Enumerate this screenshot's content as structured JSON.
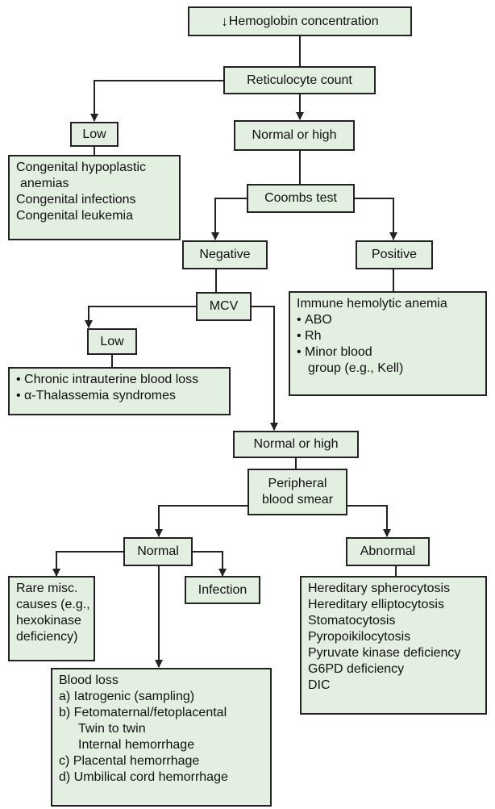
{
  "diagram": {
    "root": {
      "arrow": "↓",
      "label": "Hemoglobin concentration"
    },
    "reticulocyte": "Reticulocyte count",
    "retic_low": "Low",
    "retic_low_causes": [
      "Congenital hypoplastic",
      "anemias",
      "Congenital infections",
      "Congenital leukemia"
    ],
    "retic_normal_high": "Normal or high",
    "coombs": "Coombs test",
    "negative": "Negative",
    "positive": "Positive",
    "immune": {
      "title": "Immune hemolytic anemia",
      "items": [
        "ABO",
        "Rh",
        "Minor blood"
      ],
      "continuation": "group (e.g., Kell)"
    },
    "mcv": "MCV",
    "mcv_low": "Low",
    "mcv_low_causes": [
      "Chronic intrauterine blood loss",
      "α-Thalassemia syndromes"
    ],
    "mcv_normal_high": "Normal or high",
    "smear": [
      "Peripheral",
      "blood smear"
    ],
    "normal": "Normal",
    "abnormal": "Abnormal",
    "rare": [
      "Rare misc.",
      "causes (e.g.,",
      "hexokinase",
      "deficiency)"
    ],
    "infection": "Infection",
    "abnormal_causes": [
      "Hereditary spherocytosis",
      "Hereditary elliptocytosis",
      "Stomatocytosis",
      "Pyropoikilocytosis",
      "Pyruvate kinase deficiency",
      "G6PD deficiency",
      "DIC"
    ],
    "blood_loss": {
      "title": "Blood loss",
      "a": "a) Iatrogenic (sampling)",
      "b": "b) Fetomaternal/fetoplacental",
      "b_sub": [
        "Twin to twin",
        "Internal hemorrhage"
      ],
      "c": "c) Placental hemorrhage",
      "d": "d) Umbilical cord hemorrhage"
    }
  }
}
